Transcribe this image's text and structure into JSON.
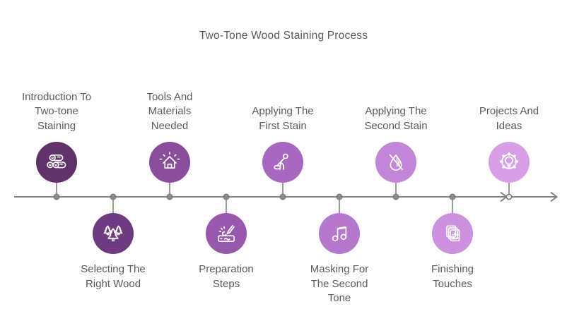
{
  "title": "Two-Tone Wood Staining Process",
  "colors": {
    "title_text": "#58595B",
    "label_text": "#5A5B5E",
    "timeline_line": "#808285",
    "node_dot_fill": "#8A8C8F",
    "icon_stroke": "#FFFFFF"
  },
  "timeline": {
    "direction": "left-to-right",
    "nodes": [
      {
        "label": "Introduction To Two-tone Staining",
        "label_lines": [
          "Introduction To",
          "Two-tone",
          "Staining"
        ],
        "icon": "logs-icon",
        "circle_color": "#613169",
        "position": "top"
      },
      {
        "label": "Selecting The Right Wood",
        "label_lines": [
          "Selecting The",
          "Right Wood"
        ],
        "icon": "pine-trees-icon",
        "circle_color": "#6F3A80",
        "position": "bottom"
      },
      {
        "label": "Tools And Materials Needed",
        "label_lines": [
          "Tools And",
          "Materials",
          "Needed"
        ],
        "icon": "shining-house-icon",
        "circle_color": "#8A4D9C",
        "position": "top"
      },
      {
        "label": "Preparation Steps",
        "label_lines": [
          "Preparation",
          "Steps"
        ],
        "icon": "wood-carving-icon",
        "circle_color": "#9859AC",
        "position": "bottom"
      },
      {
        "label": "Applying The First Stain",
        "label_lines": [
          "Applying The",
          "First Stain"
        ],
        "icon": "person-staining-icon",
        "circle_color": "#A669BF",
        "position": "top"
      },
      {
        "label": "Masking For The Second Tone",
        "label_lines": [
          "Masking For",
          "The Second",
          "Tone"
        ],
        "icon": "music-note-icon",
        "circle_color": "#B578CD",
        "position": "bottom"
      },
      {
        "label": "Applying The Second Stain",
        "label_lines": [
          "Applying The",
          "Second Stain"
        ],
        "icon": "no-drip-icon",
        "circle_color": "#C286D9",
        "position": "top"
      },
      {
        "label": "Finishing Touches",
        "label_lines": [
          "Finishing",
          "Touches"
        ],
        "icon": "checklist-documents-icon",
        "circle_color": "#CC90DF",
        "position": "bottom"
      },
      {
        "label": "Projects And Ideas",
        "label_lines": [
          "Projects And",
          "Ideas"
        ],
        "icon": "gear-lightbulb-icon",
        "circle_color": "#D79FE8",
        "position": "top"
      }
    ]
  }
}
